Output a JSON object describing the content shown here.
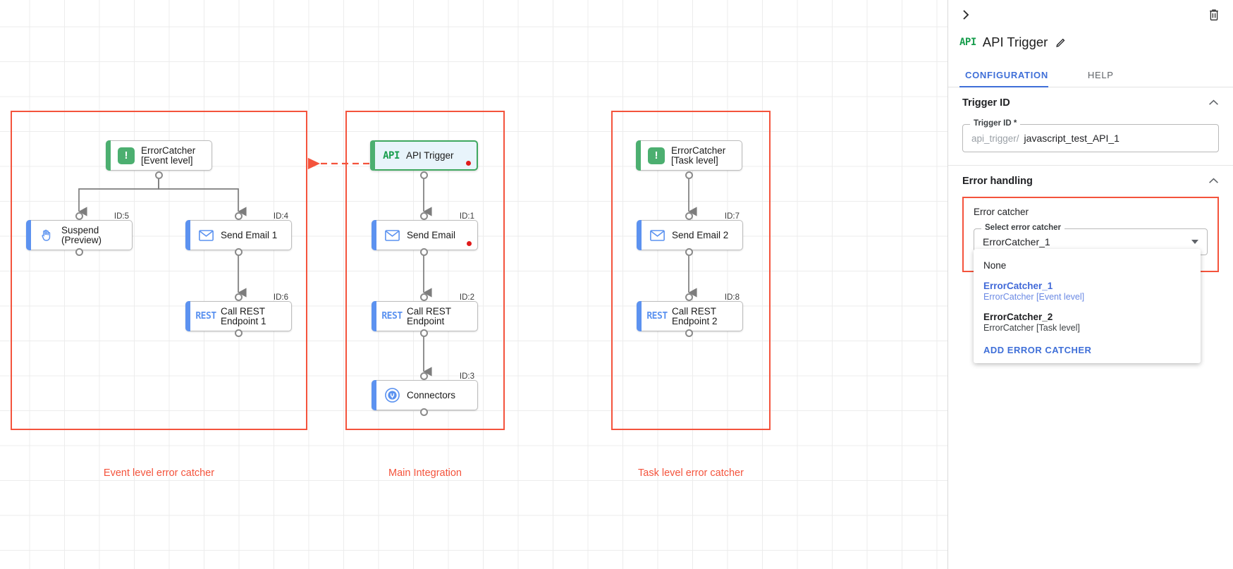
{
  "panel": {
    "collapse_icon": "chevron-right-icon",
    "delete_icon": "trash-icon",
    "node_type_badge": "API",
    "title": "API Trigger",
    "edit_icon": "pencil-icon",
    "tabs": [
      {
        "label": "CONFIGURATION",
        "active": true
      },
      {
        "label": "HELP",
        "active": false
      }
    ],
    "sections": {
      "trigger_id": {
        "title": "Trigger ID",
        "collapse_icon": "chevron-up-icon",
        "field_legend": "Trigger ID *",
        "field_prefix": "api_trigger/",
        "field_value": "javascript_test_API_1"
      },
      "error_handling": {
        "title": "Error handling",
        "collapse_icon": "chevron-up-icon",
        "error_catcher_label": "Error catcher",
        "select_legend": "Select error catcher",
        "select_value": "ErrorCatcher_1",
        "dropdown": {
          "options": [
            {
              "primary": "None",
              "secondary": "",
              "selected": false
            },
            {
              "primary": "ErrorCatcher_1",
              "secondary": "ErrorCatcher [Event level]",
              "selected": true
            },
            {
              "primary": "ErrorCatcher_2",
              "secondary": "ErrorCatcher [Task level]",
              "selected": false
            }
          ],
          "action_label": "ADD ERROR CATCHER"
        }
      }
    }
  },
  "canvas": {
    "groups": [
      {
        "label": "Event level error catcher"
      },
      {
        "label": "Main Integration"
      },
      {
        "label": "Task level error catcher"
      }
    ],
    "nodes": [
      {
        "id": "errorcatcher-event",
        "label": "ErrorCatcher\n[Event level]",
        "icon": "error-catcher-icon",
        "badge": "",
        "accent": "green",
        "selected": false,
        "error": false
      },
      {
        "id": "suspend",
        "label": "Suspend\n(Preview)",
        "icon": "hand-icon",
        "badge": "ID:5",
        "accent": "blue",
        "selected": false,
        "error": false
      },
      {
        "id": "send-email-1",
        "label": "Send Email 1",
        "icon": "envelope-icon",
        "badge": "ID:4",
        "accent": "blue",
        "selected": false,
        "error": false
      },
      {
        "id": "call-rest-endpoint-1",
        "label": "Call REST\nEndpoint 1",
        "icon": "rest-icon",
        "badge": "ID:6",
        "accent": "blue",
        "selected": false,
        "error": false
      },
      {
        "id": "api-trigger",
        "label": "API Trigger",
        "icon": "api-icon",
        "badge": "",
        "accent": "green",
        "selected": true,
        "error": true
      },
      {
        "id": "send-email",
        "label": "Send Email",
        "icon": "envelope-icon",
        "badge": "ID:1",
        "accent": "blue",
        "selected": false,
        "error": true
      },
      {
        "id": "call-rest-endpoint",
        "label": "Call REST\nEndpoint",
        "icon": "rest-icon",
        "badge": "ID:2",
        "accent": "blue",
        "selected": false,
        "error": false
      },
      {
        "id": "connectors",
        "label": "Connectors",
        "icon": "connectors-icon",
        "badge": "ID:3",
        "accent": "blue",
        "selected": false,
        "error": false
      },
      {
        "id": "errorcatcher-task",
        "label": "ErrorCatcher\n[Task level]",
        "icon": "error-catcher-icon",
        "badge": "",
        "accent": "green",
        "selected": false,
        "error": false
      },
      {
        "id": "send-email-2",
        "label": "Send Email 2",
        "icon": "envelope-icon",
        "badge": "ID:7",
        "accent": "blue",
        "selected": false,
        "error": false
      },
      {
        "id": "call-rest-endpoint-2",
        "label": "Call REST\nEndpoint 2",
        "icon": "rest-icon",
        "badge": "ID:8",
        "accent": "blue",
        "selected": false,
        "error": false
      }
    ]
  },
  "colors": {
    "group_border": "#f4533c",
    "accent_blue": "#5c92f0",
    "accent_green": "#4caf70",
    "tab_active": "#3f6fd8",
    "error_dot": "#e01b1b"
  }
}
